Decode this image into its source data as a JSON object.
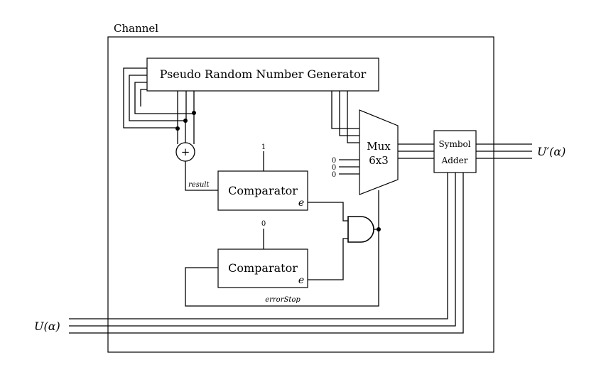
{
  "container": {
    "label": "Channel"
  },
  "blocks": {
    "prng": "Pseudo Random Number Generator",
    "comparator_top": {
      "label": "Comparator",
      "port": "e",
      "constant": "1",
      "input_label": "result"
    },
    "comparator_bottom": {
      "label": "Comparator",
      "port": "e",
      "constant": "0"
    },
    "mux": {
      "line1": "Mux",
      "line2": "6x3",
      "const_inputs": [
        "0",
        "0",
        "0"
      ]
    },
    "symbol_adder": {
      "line1": "Symbol",
      "line2": "Adder"
    },
    "xor_symbol": "+"
  },
  "signals": {
    "input": "U(α)",
    "output": "U′(α)",
    "feedback": "errorStop"
  }
}
